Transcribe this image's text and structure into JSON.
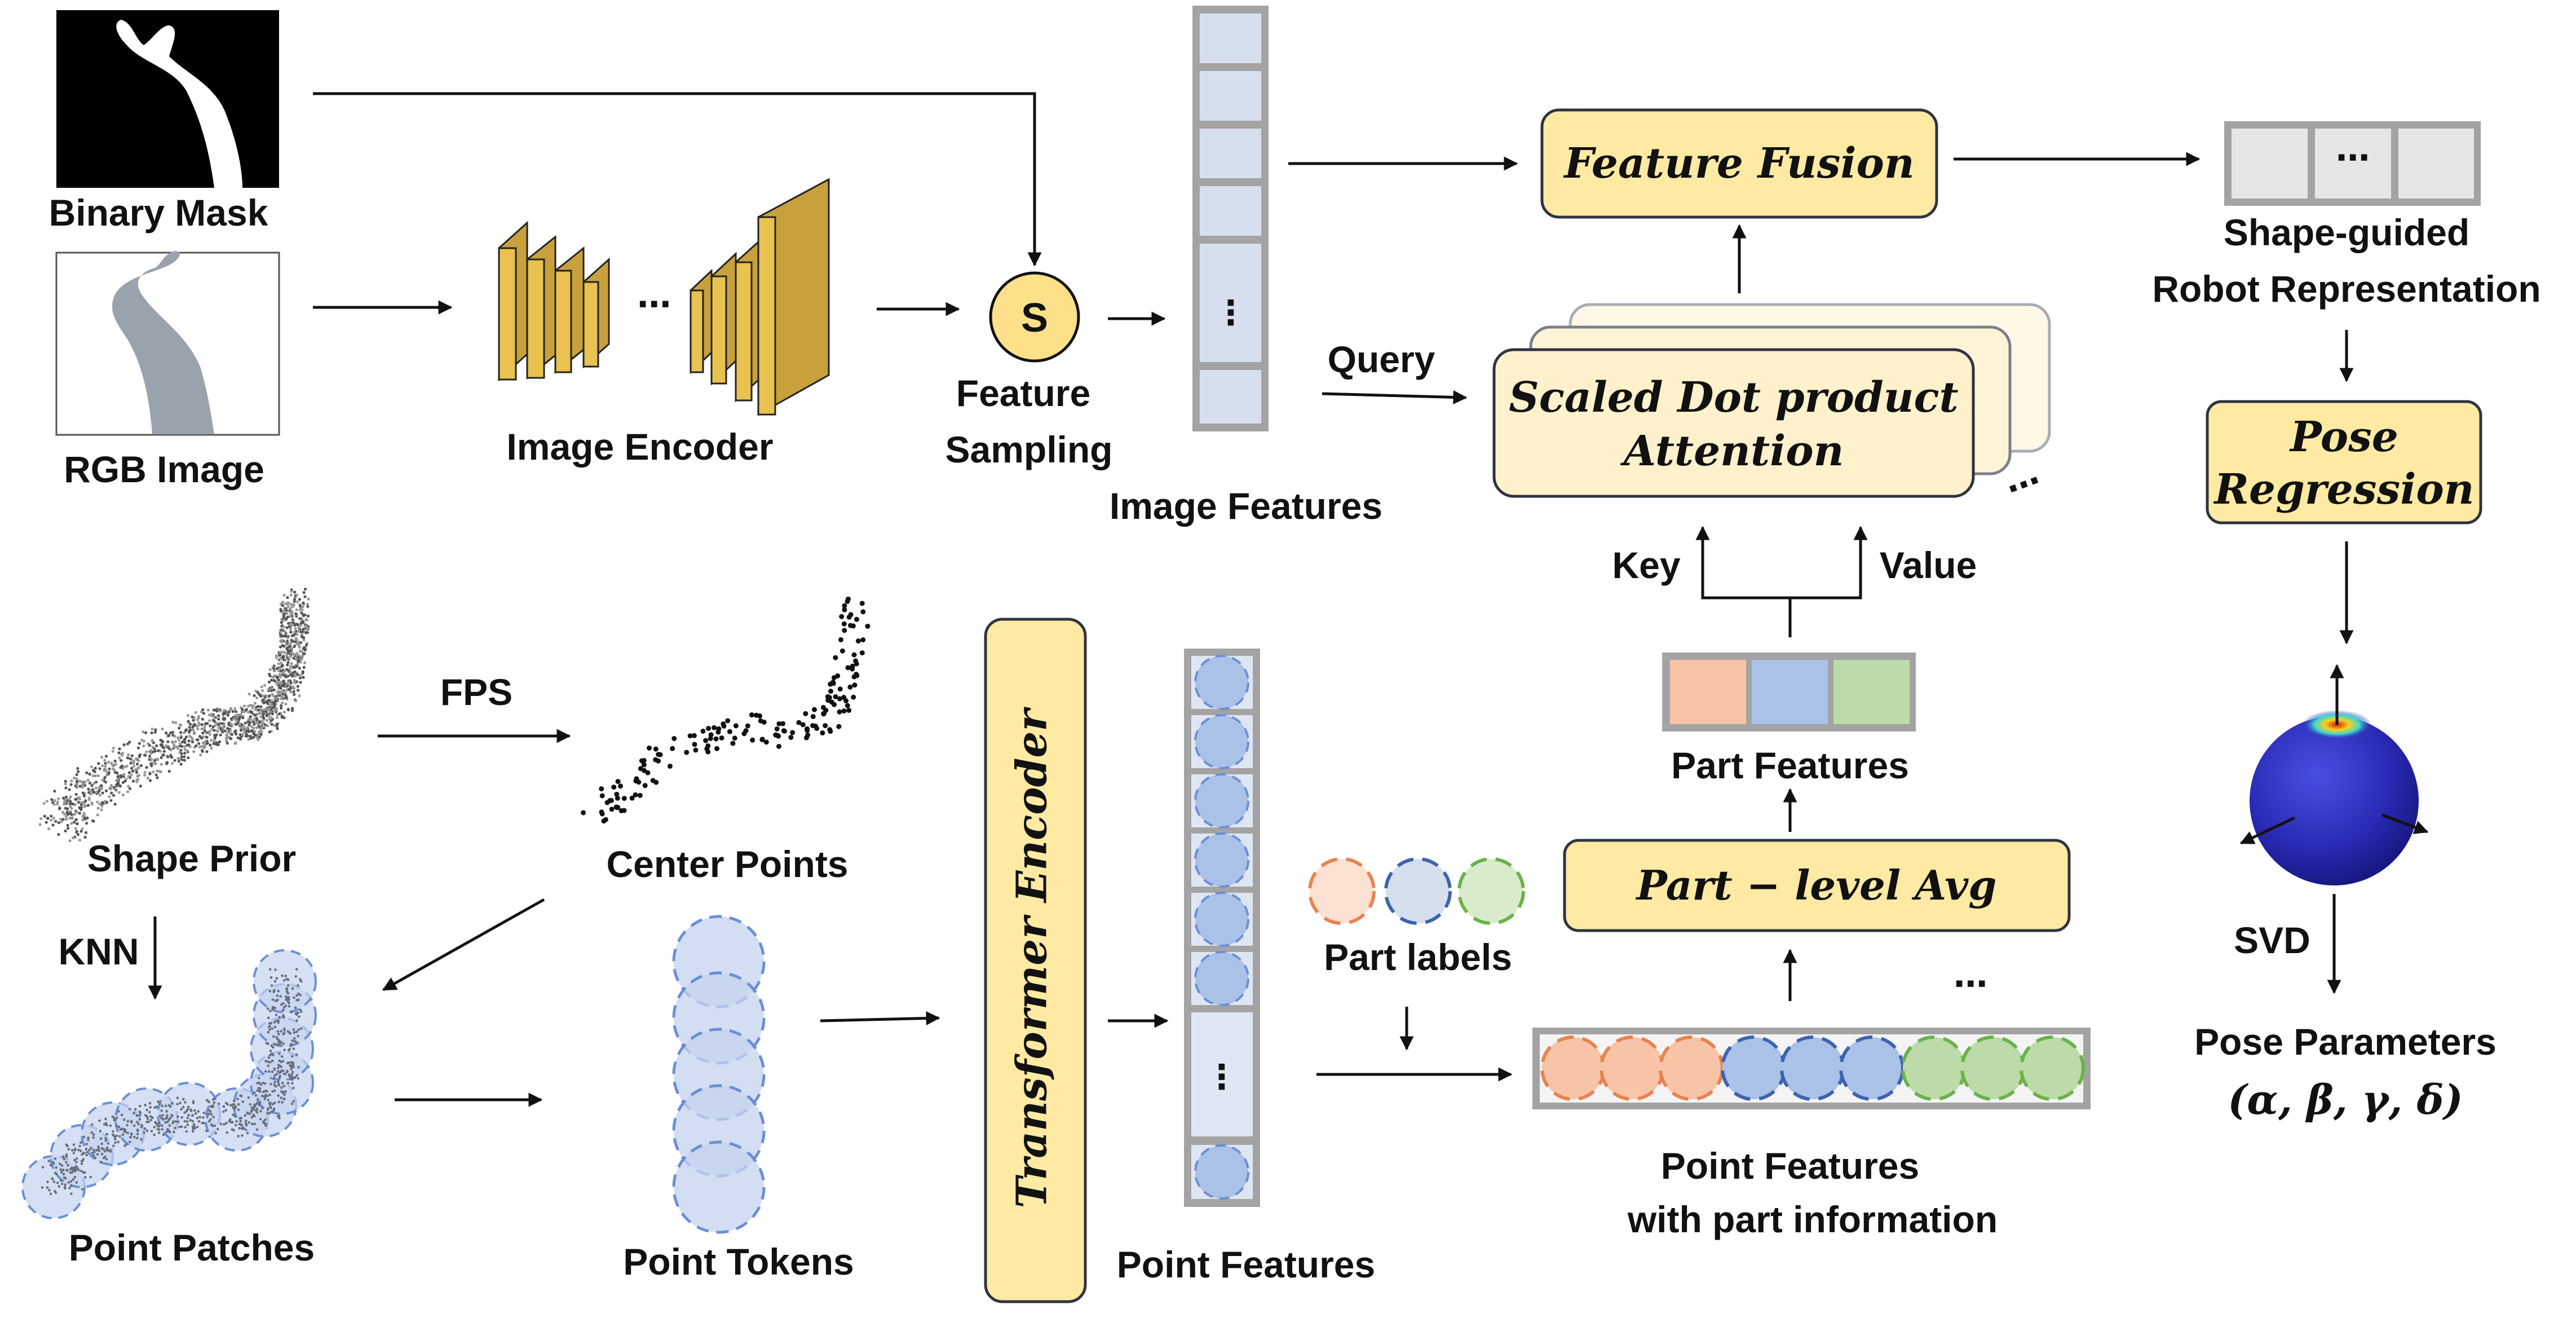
{
  "labels": {
    "binary_mask": "Binary Mask",
    "rgb_image": "RGB Image",
    "image_encoder": "Image Encoder",
    "sampling_symbol": "S",
    "feature_sampling_1": "Feature",
    "feature_sampling_2": "Sampling",
    "image_features": "Image Features",
    "query": "Query",
    "feature_fusion": "Feature Fusion",
    "attention_1": "Scaled Dot product",
    "attention_2": "Attention",
    "key": "Key",
    "value": "Value",
    "part_features": "Part Features",
    "part_level_avg": "Part − level Avg",
    "part_labels": "Part labels",
    "point_features_info_1": "Point Features",
    "point_features_info_2": "with part information",
    "shape_guided_1": "Shape-guided",
    "shape_guided_2": "Robot Representation",
    "pose_regression_1": "Pose",
    "pose_regression_2": "Regression",
    "svd": "SVD",
    "pose_parameters": "Pose Parameters",
    "pose_symbols": "(𝜶, 𝜷, 𝜸, 𝜹)",
    "shape_prior": "Shape Prior",
    "fps": "FPS",
    "center_points": "Center Points",
    "knn": "KNN",
    "point_patches": "Point Patches",
    "point_tokens": "Point Tokens",
    "transformer_encoder": "Transformer Encoder",
    "point_features": "Point Features",
    "ellipsis": "⋯",
    "vdots": "⋮"
  },
  "colors": {
    "yellow_box": "#ffeaa3",
    "encoder_yellow": "#e9c24f",
    "cell_blue": "#d6dfed",
    "circle_blue": "#c5d3ef",
    "part_orange": "#f8c4a8",
    "part_blue": "#aac1e8",
    "part_green": "#bcdba8",
    "cell_grey": "#e6e6e6"
  }
}
